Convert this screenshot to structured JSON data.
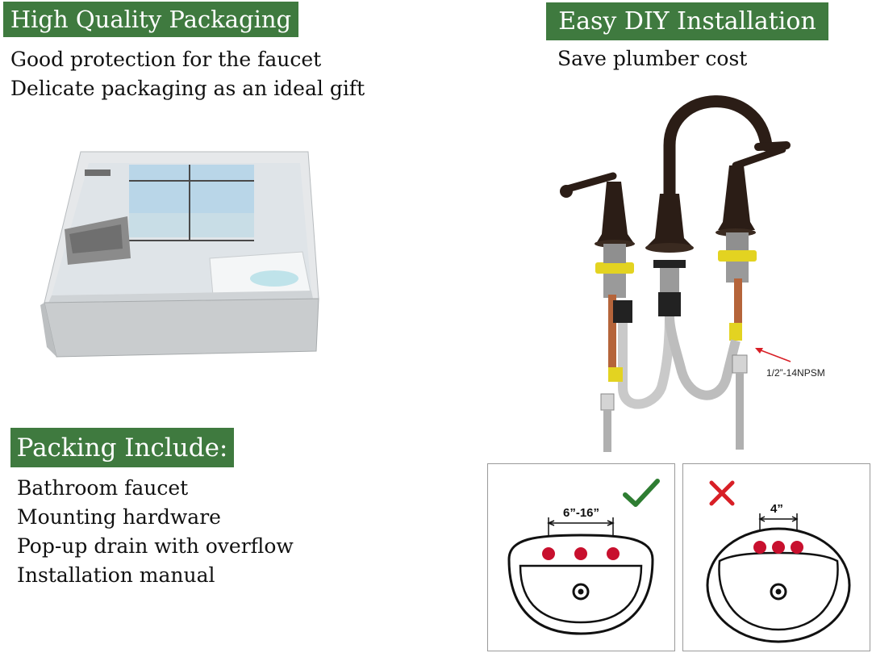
{
  "packaging": {
    "heading": "High Quality Packaging",
    "lines": [
      "Good protection for the faucet",
      "Delicate packaging as an ideal gift"
    ]
  },
  "installation": {
    "heading": "Easy DIY Installation",
    "lines": [
      "Save plumber cost"
    ],
    "thread_label": "1/2”-14NPSM"
  },
  "packing": {
    "heading": "Packing Include:",
    "items": [
      "Bathroom faucet",
      "Mounting hardware",
      "Pop-up drain with overflow",
      "Installation manual"
    ]
  },
  "sink_good": {
    "spacing_label": "6”-16”",
    "mark": "check"
  },
  "sink_bad": {
    "spacing_label": "4”",
    "mark": "cross"
  },
  "colors": {
    "badge_green": "#3f7a3f",
    "hole_red": "#c8102e",
    "check_green": "#2e7d32",
    "cross_red": "#d81f26"
  }
}
